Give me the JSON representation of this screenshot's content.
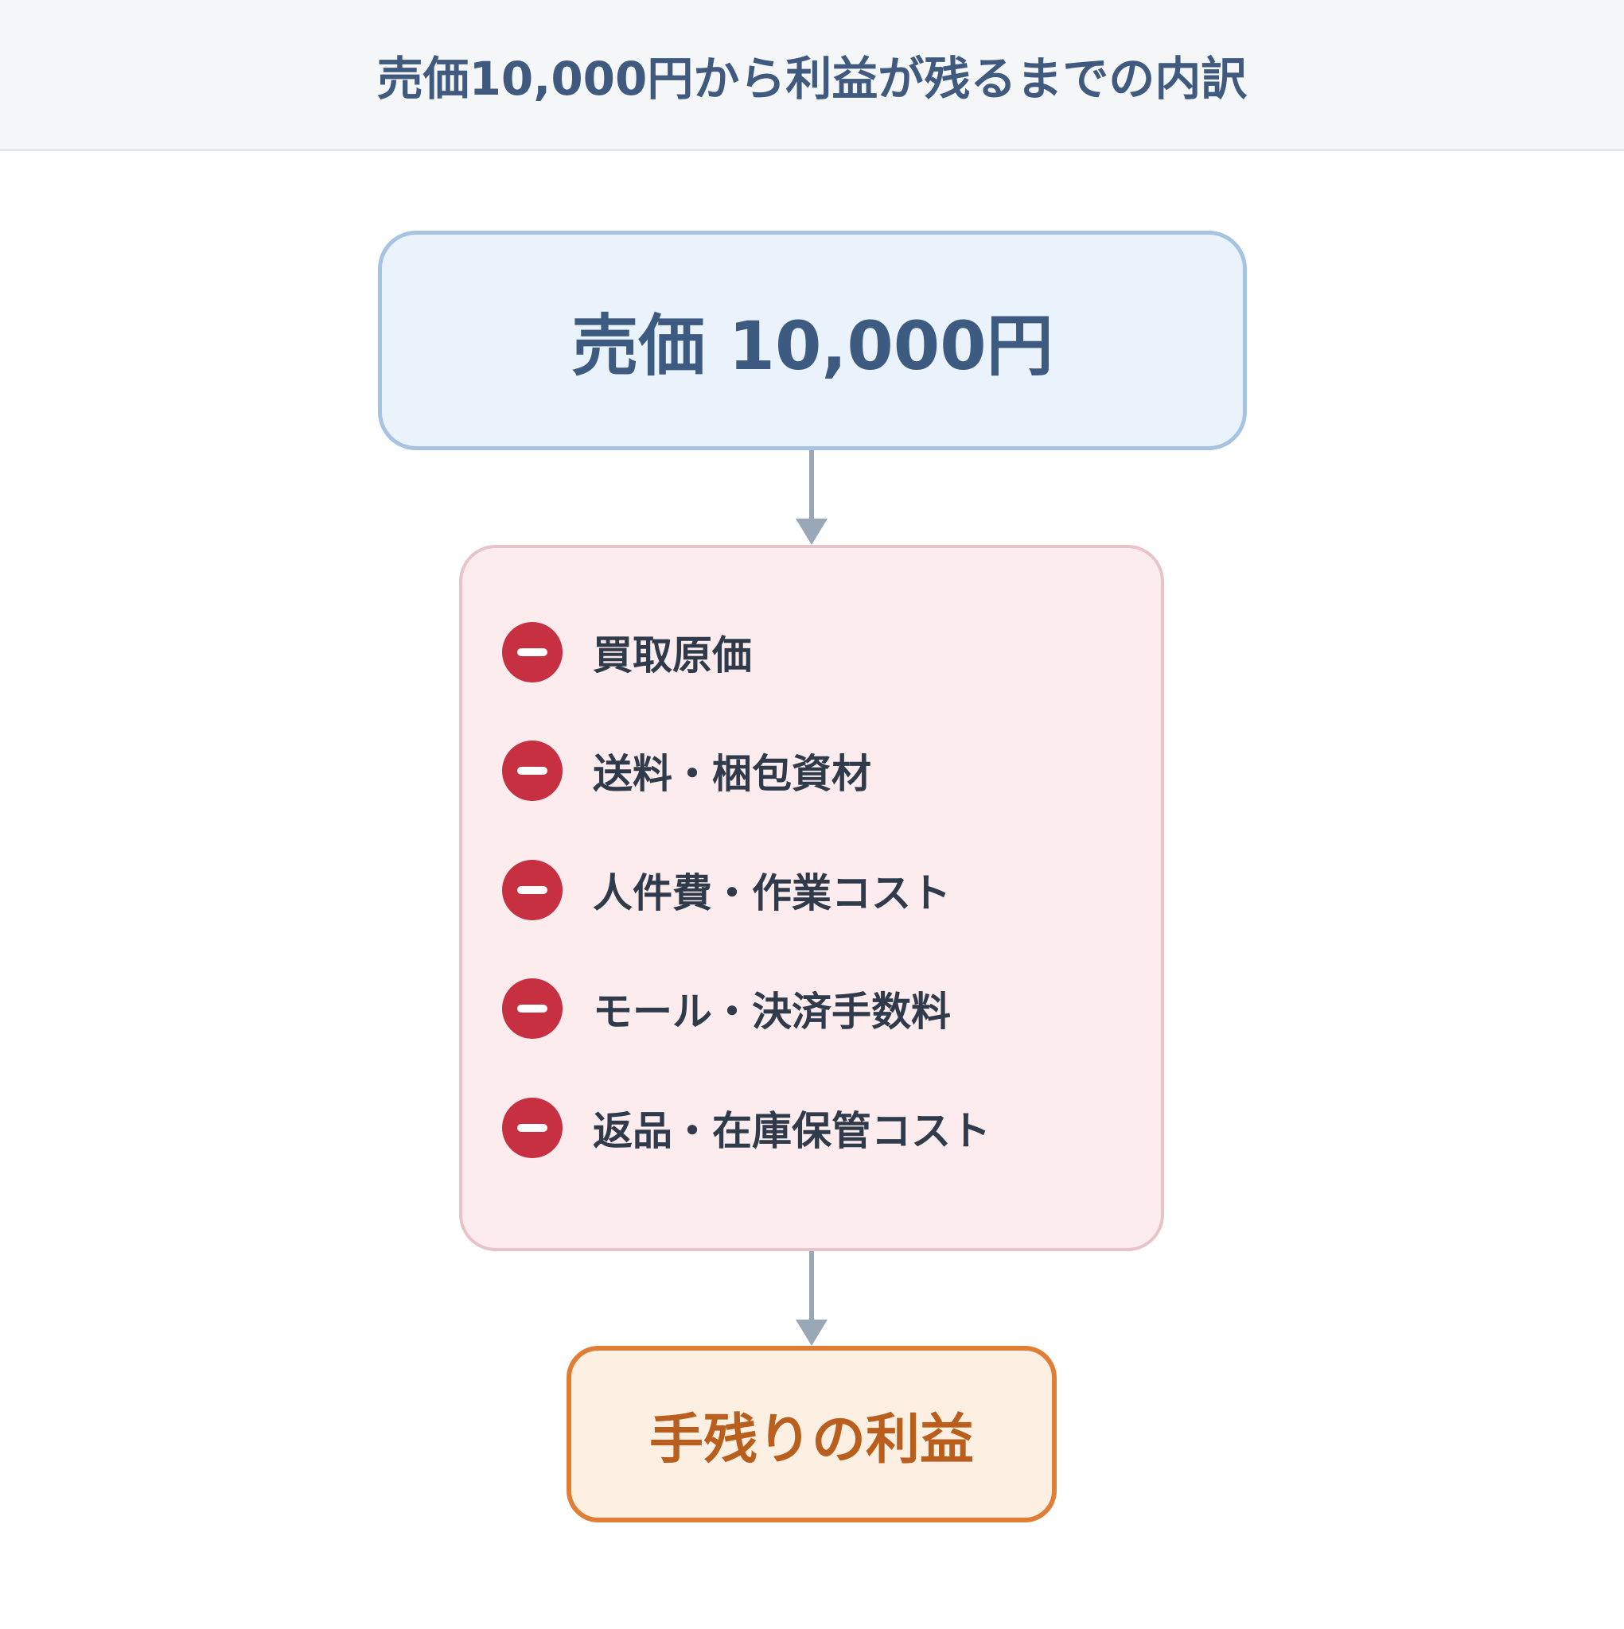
{
  "header": {
    "title": "売価10,000円から利益が残るまでの内訳"
  },
  "diagram": {
    "start_node": {
      "label": "売価 10,000円"
    },
    "deductions": [
      {
        "label": "買取原価",
        "icon": "minus-circle-icon"
      },
      {
        "label": "送料・梱包資材",
        "icon": "minus-circle-icon"
      },
      {
        "label": "人件費・作業コスト",
        "icon": "minus-circle-icon"
      },
      {
        "label": "モール・決済手数料",
        "icon": "minus-circle-icon"
      },
      {
        "label": "返品・在庫保管コスト",
        "icon": "minus-circle-icon"
      }
    ],
    "end_node": {
      "label": "手残りの利益"
    }
  },
  "colors": {
    "header_text": "#3f5a7e",
    "start_fill": "#eaf2fc",
    "start_border": "#a6c3e2",
    "cost_fill": "#fcecee",
    "cost_border": "#e8c3c8",
    "minus_icon": "#c73040",
    "end_fill": "#fdf0e2",
    "end_border": "#e07e36",
    "end_text": "#b95e1c",
    "arrow": "#9aa7b6"
  }
}
